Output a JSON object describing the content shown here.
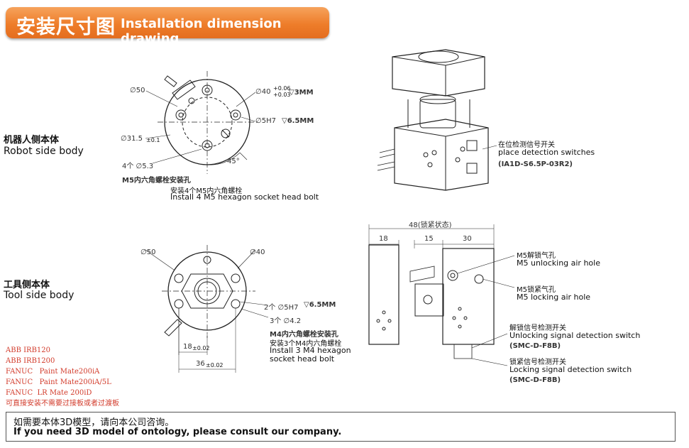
{
  "header": {
    "title_zh": "安装尺寸图",
    "title_en": "Installation dimension drawing"
  },
  "robot_side": {
    "label_zh": "机器人侧本体",
    "label_en": "Robot side body",
    "dims": {
      "d50": "∅50",
      "d40": "∅40",
      "d40_tol_top": "+0.06",
      "d40_tol_bot": "+0.03",
      "d40_depth": "▽3MM",
      "d5": "∅5H7",
      "d5_depth": "▽6.5MM",
      "d31": "∅31.5",
      "d31_tol": "±0.1",
      "angle": "45°",
      "holes": "4个 ∅5.3",
      "holes_note": "M5内六角螺栓安装孔"
    },
    "install_zh": "安装4个M5内六角螺栓",
    "install_en": "Install 4 M5 hexagon socket head bolt"
  },
  "tool_side": {
    "label_zh": "工具侧本体",
    "label_en": "Tool side body",
    "dims": {
      "d50": "∅50",
      "d40": "∅40",
      "d5": "2个 ∅5H7",
      "d5_depth": "▽6.5MM",
      "d42": "3个 ∅4.2",
      "holes_note": "M4内六角螺栓安装孔",
      "d18": "18",
      "d18_tol": "±0.02",
      "d36": "36",
      "d36_tol": "±0.02"
    },
    "install_zh": "安装3个M4内六角螺栓",
    "install_en_1": "Install 3 M4 hexagon",
    "install_en_2": "socket head bolt"
  },
  "robots": [
    "ABB IRB120",
    "ABB IRB1200",
    "FANUC   Paint Mate200iA",
    "FANUC   Paint Mate200iA/5L",
    "FANUC  LR Mate 200iD",
    "可直接安装不需要过接板或者过渡板"
  ],
  "iso_view": {
    "place_zh": "在位检测信号开关",
    "place_en": "place detection switches",
    "place_model": "(IA1D-S6.5P-03R2)"
  },
  "side_view": {
    "dim_total": "48(锁紧状态)",
    "dim_a": "18",
    "dim_b": "15",
    "dim_c": "30",
    "unlock_air_zh": "M5解锁气孔",
    "unlock_air_en": "M5 unlocking air hole",
    "lock_air_zh": "M5锁紧气孔",
    "lock_air_en": "M5 locking air hole",
    "unlock_sw_zh": "解锁信号检测开关",
    "unlock_sw_en": "Unlocking signal detection switch",
    "unlock_sw_model": "(SMC-D-F8B)",
    "lock_sw_zh": "锁紧信号检测开关",
    "lock_sw_en": "Locking signal detection switch",
    "lock_sw_model": "(SMC-D-F8B)"
  },
  "footer": {
    "line1": "如需要本体3D模型，请向本公司咨询。",
    "line2": "If you need 3D model of ontology, please consult our company."
  }
}
